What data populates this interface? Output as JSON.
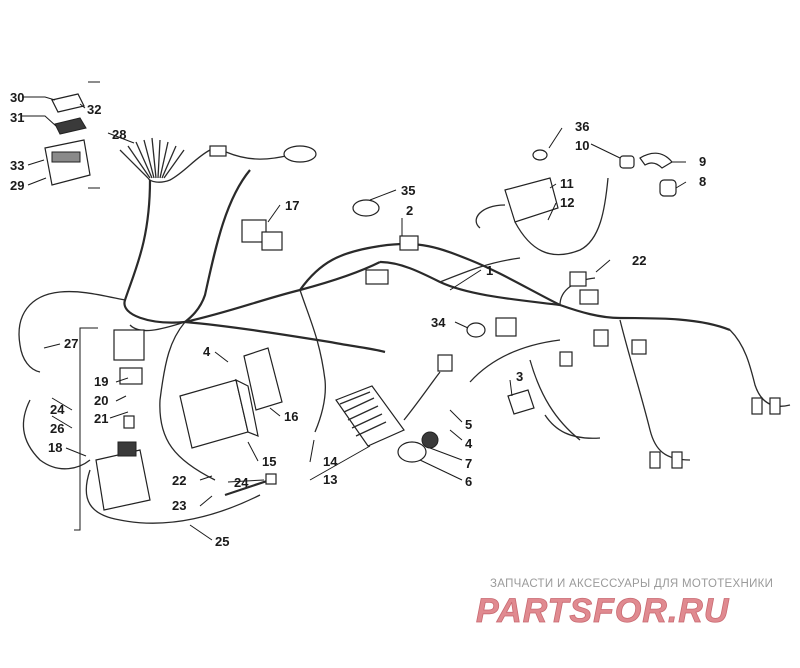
{
  "callouts": {
    "n1": "1",
    "n2": "2",
    "n3": "3",
    "n4a": "4",
    "n4b": "4",
    "n5": "5",
    "n6": "6",
    "n7": "7",
    "n8": "8",
    "n9": "9",
    "n10": "10",
    "n11": "11",
    "n12": "12",
    "n13": "13",
    "n14": "14",
    "n15": "15",
    "n16": "16",
    "n17": "17",
    "n18": "18",
    "n19": "19",
    "n20": "20",
    "n21": "21",
    "n22a": "22",
    "n22b": "22",
    "n23": "23",
    "n24a": "24",
    "n24b": "24",
    "n25": "25",
    "n26": "26",
    "n27": "27",
    "n28": "28",
    "n29": "29",
    "n30": "30",
    "n31": "31",
    "n32": "32",
    "n33": "33",
    "n34": "34",
    "n35": "35",
    "n36": "36"
  },
  "watermark": {
    "tagline": "ЗАПЧАСТИ И АКСЕССУАРЫ ДЛЯ МОТОТЕХНИКИ",
    "logo": "PARTSFOR.RU"
  },
  "colors": {
    "ink": "#1a1a1a",
    "watermark_grey": "#9a9a9a",
    "watermark_red": "#e08a90"
  }
}
